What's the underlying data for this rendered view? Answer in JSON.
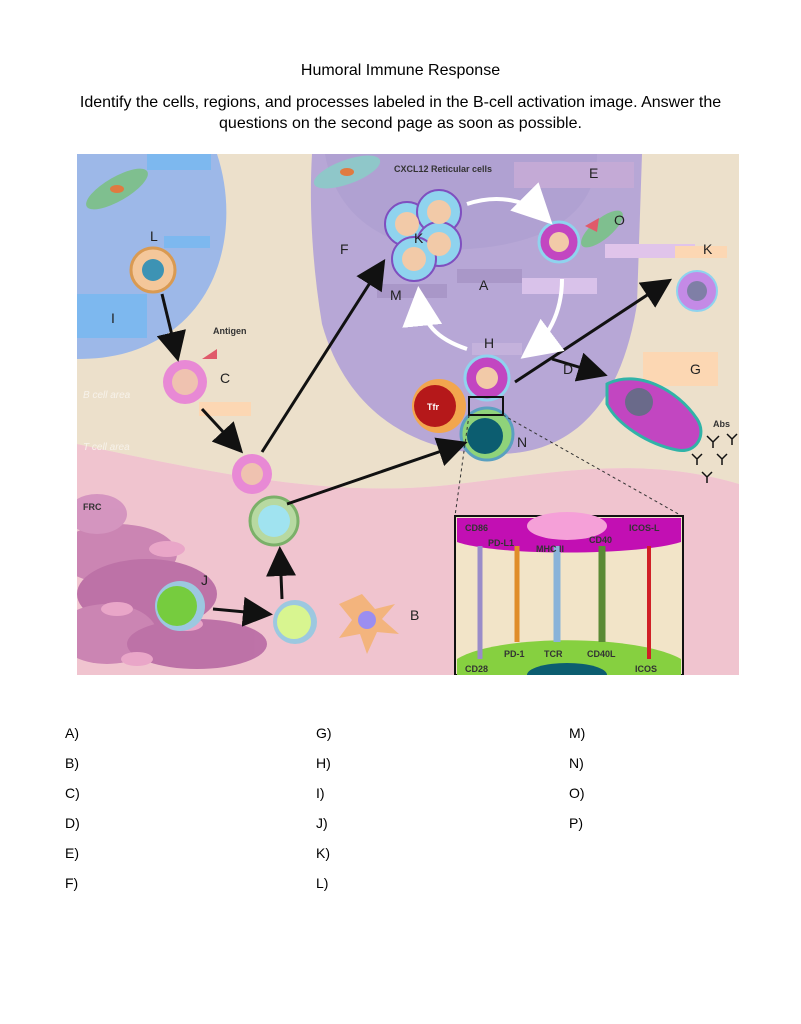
{
  "document": {
    "title": "Humoral Immune Response",
    "instructions": "Identify the cells, regions, and processes labeled in the B-cell activation image. Answer the questions on the second page as soon as possible."
  },
  "figure": {
    "text": {
      "cxcl12": "CXCL12 Reticular cells",
      "antigen": "Antigen",
      "b_cell_area": "B cell area",
      "t_cell_area": "T cell area",
      "frc": "FRC",
      "tfr": "Tfr",
      "abs": "Abs",
      "cd86": "CD86",
      "pdl1": "PD-L1",
      "mhc2": "MHC II",
      "cd40": "CD40",
      "icosl": "ICOS-L",
      "pd1": "PD-1",
      "tcr": "TCR",
      "cd40l": "CD40L",
      "cd28": "CD28",
      "icos": "ICOS"
    },
    "letters": {
      "A": "A",
      "B": "B",
      "C": "C",
      "D": "D",
      "E": "E",
      "F": "F",
      "G": "G",
      "H": "H",
      "I": "I",
      "J": "J",
      "K1": "K",
      "K2": "K",
      "L": "L",
      "M": "M",
      "N": "N",
      "O": "O"
    }
  },
  "answers": {
    "col1": [
      "A)",
      "B)",
      "C)",
      "D)",
      "E)",
      "F)"
    ],
    "col2": [
      "G)",
      "H)",
      "I)",
      "J)",
      "K)",
      "L)"
    ],
    "col3": [
      "M)",
      "N)",
      "O)",
      "P)"
    ]
  }
}
